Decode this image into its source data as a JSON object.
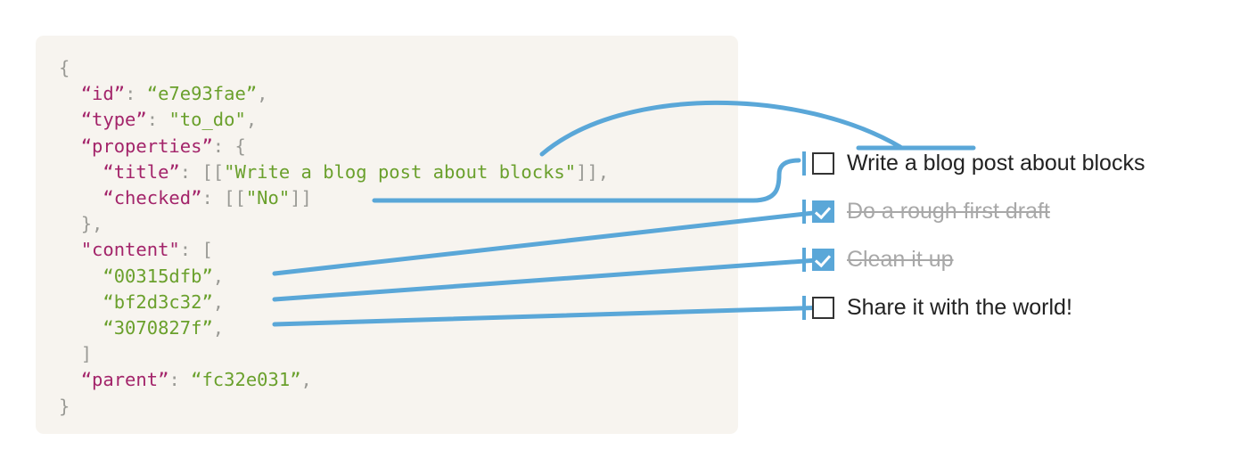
{
  "accent_color": "#5aa7d8",
  "panel_bg": "#f7f4ef",
  "json_block": {
    "lines": [
      {
        "indent": 0,
        "parts": [
          {
            "t": "{",
            "c": "punct"
          }
        ]
      },
      {
        "indent": 1,
        "parts": [
          {
            "t": "“id”",
            "c": "key"
          },
          {
            "t": ": ",
            "c": "punct"
          },
          {
            "t": "“e7e93fae”",
            "c": "str"
          },
          {
            "t": ",",
            "c": "punct"
          }
        ]
      },
      {
        "indent": 1,
        "parts": [
          {
            "t": "“type”",
            "c": "key"
          },
          {
            "t": ": ",
            "c": "punct"
          },
          {
            "t": "\"to_do\"",
            "c": "str"
          },
          {
            "t": ",",
            "c": "punct"
          }
        ]
      },
      {
        "indent": 1,
        "parts": [
          {
            "t": "“properties”",
            "c": "key"
          },
          {
            "t": ": {",
            "c": "punct"
          }
        ]
      },
      {
        "indent": 2,
        "parts": [
          {
            "t": "“title”",
            "c": "key"
          },
          {
            "t": ": [[",
            "c": "punct"
          },
          {
            "t": "\"Write a blog post about blocks\"",
            "c": "str"
          },
          {
            "t": "]],",
            "c": "punct"
          }
        ]
      },
      {
        "indent": 2,
        "parts": [
          {
            "t": "“checked”",
            "c": "key"
          },
          {
            "t": ": [[",
            "c": "punct"
          },
          {
            "t": "\"No\"",
            "c": "str"
          },
          {
            "t": "]]",
            "c": "punct"
          }
        ]
      },
      {
        "indent": 1,
        "parts": [
          {
            "t": "},",
            "c": "punct"
          }
        ]
      },
      {
        "indent": 1,
        "parts": [
          {
            "t": "\"content\"",
            "c": "key"
          },
          {
            "t": ": [",
            "c": "punct"
          }
        ]
      },
      {
        "indent": 2,
        "parts": [
          {
            "t": "“00315dfb”",
            "c": "str"
          },
          {
            "t": ",",
            "c": "punct"
          }
        ]
      },
      {
        "indent": 2,
        "parts": [
          {
            "t": "“bf2d3c32”",
            "c": "str"
          },
          {
            "t": ",",
            "c": "punct"
          }
        ]
      },
      {
        "indent": 2,
        "parts": [
          {
            "t": "“3070827f”",
            "c": "str"
          },
          {
            "t": ",",
            "c": "punct"
          }
        ]
      },
      {
        "indent": 1,
        "parts": [
          {
            "t": "]",
            "c": "punct"
          }
        ]
      },
      {
        "indent": 1,
        "parts": [
          {
            "t": "“parent”",
            "c": "key"
          },
          {
            "t": ": ",
            "c": "punct"
          },
          {
            "t": "“fc32e031”",
            "c": "str"
          },
          {
            "t": ",",
            "c": "punct"
          }
        ]
      },
      {
        "indent": 0,
        "parts": [
          {
            "t": "}",
            "c": "punct"
          }
        ]
      }
    ]
  },
  "checklist": {
    "items": [
      {
        "label": "Write a blog post about blocks",
        "checked": false
      },
      {
        "label": "Do a rough first draft",
        "checked": true
      },
      {
        "label": "Clean it up",
        "checked": true
      },
      {
        "label": "Share it with the world!",
        "checked": false
      }
    ]
  }
}
